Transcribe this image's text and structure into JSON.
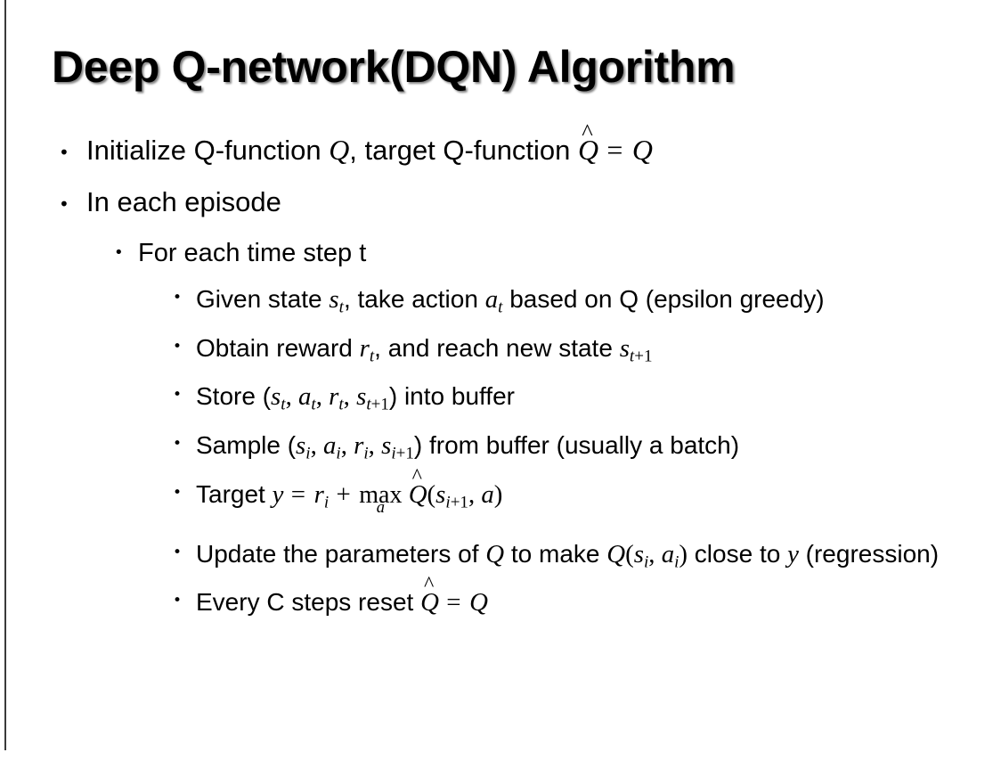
{
  "slide": {
    "title": "Deep Q-network(DQN) Algorithm",
    "background_color": "#ffffff",
    "text_color": "#000000",
    "bullet_glyph": "•"
  },
  "content": {
    "b1": {
      "level": 1,
      "pre": "Initialize Q-function ",
      "var_q1": "Q",
      "mid": ", target Q-function ",
      "hat_base": "Q",
      "hat_mark": "^",
      "eq": "=",
      "var_q2": "Q"
    },
    "b2": {
      "level": 1,
      "text": "In each episode"
    },
    "b3": {
      "level": 2,
      "text": "For each time step t"
    },
    "b4": {
      "level": 3,
      "pre": "Given state ",
      "var_s": "s",
      "sub_s": "t",
      "mid": ", take action ",
      "var_a": "a",
      "sub_a": "t",
      "post": " based on Q (epsilon greedy)"
    },
    "b5": {
      "level": 3,
      "pre": "Obtain reward ",
      "var_r": "r",
      "sub_r": "t",
      "mid": ", and reach new state ",
      "var_s": "s",
      "sub_s": "t+1"
    },
    "b6": {
      "level": 3,
      "pre": "Store (",
      "var_s1": "s",
      "sub_s1": "t",
      "sep1": ", ",
      "var_a": "a",
      "sub_a": "t",
      "sep2": ", ",
      "var_r": "r",
      "sub_r": "t",
      "sep3": ", ",
      "var_s2": "s",
      "sub_s2": "t+1",
      "post": ") into buffer"
    },
    "b7": {
      "level": 3,
      "pre": "Sample (",
      "var_s1": "s",
      "sub_s1": "i",
      "sep1": ", ",
      "var_a": "a",
      "sub_a": "i",
      "sep2": ", ",
      "var_r": "r",
      "sub_r": "i",
      "sep3": ", ",
      "var_s2": "s",
      "sub_s2": "i+1",
      "post": ") from buffer (usually a batch)"
    },
    "b8": {
      "level": 3,
      "pre": "Target ",
      "var_y": "y",
      "eq": "=",
      "var_r": "r",
      "sub_r": "i",
      "plus": "+",
      "max_op": "max",
      "max_under": "a",
      "hat_base": "Q",
      "hat_mark": "^",
      "open": "(",
      "var_s": "s",
      "sub_s": "i+1",
      "comma": ", ",
      "var_a": "a",
      "close": ")"
    },
    "b9": {
      "level": 3,
      "pre": "Update the parameters of ",
      "var_q1": "Q",
      "mid": " to make ",
      "var_q2": "Q",
      "open": "(",
      "var_s": "s",
      "sub_s": "i",
      "comma": ", ",
      "var_a": "a",
      "sub_a": "i",
      "close": ")",
      "post": " close to ",
      "var_y": "y",
      "tail": " (regression)"
    },
    "b10": {
      "level": 3,
      "pre": "Every C steps reset ",
      "hat_base": "Q",
      "hat_mark": "^",
      "eq": "=",
      "var_q": "Q"
    }
  }
}
